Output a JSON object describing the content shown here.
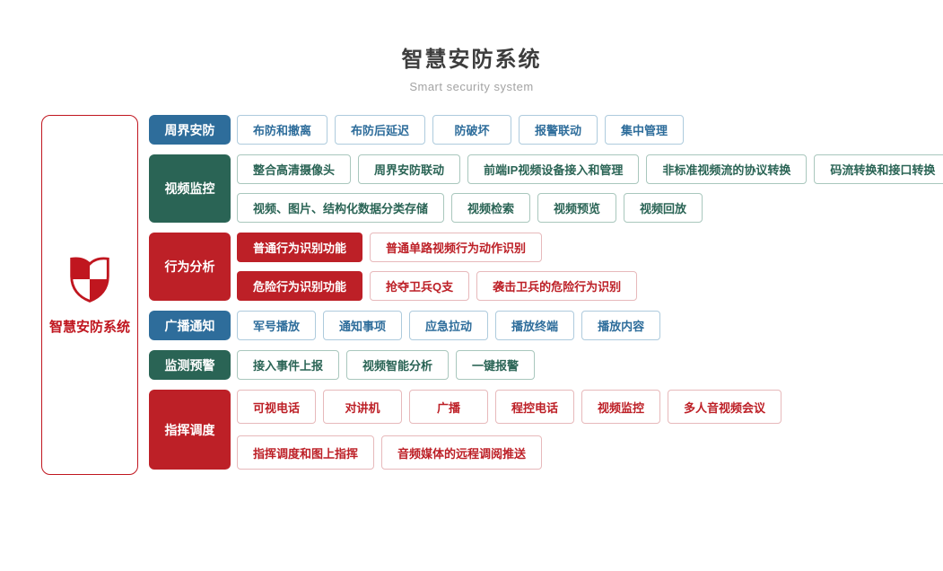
{
  "header": {
    "title": "智慧安防系统",
    "subtitle": "Smart security system"
  },
  "root": {
    "label": "智慧安防系统",
    "icon": "shield-icon",
    "color": "#c0161f"
  },
  "theme": {
    "blue": {
      "fill": "#2e6d9b",
      "border": "#aecbdd"
    },
    "green": {
      "fill": "#2a6455",
      "border": "#a9c7bd"
    },
    "red": {
      "fill": "#bd2027",
      "border": "#e7b9bb"
    }
  },
  "groups": [
    {
      "label": "周界安防",
      "color": "blue",
      "lines": [
        [
          {
            "label": "布防和撤离"
          },
          {
            "label": "布防后延迟"
          },
          {
            "label": "防破坏"
          },
          {
            "label": "报警联动"
          },
          {
            "label": "集中管理"
          }
        ]
      ]
    },
    {
      "label": "视频监控",
      "color": "green",
      "lines": [
        [
          {
            "label": "整合高清摄像头"
          },
          {
            "label": "周界安防联动"
          },
          {
            "label": "前端IP视频设备接入和管理"
          },
          {
            "label": "非标准视频流的协议转换"
          },
          {
            "label": "码流转换和接口转换"
          }
        ],
        [
          {
            "label": "视频、图片、结构化数据分类存储"
          },
          {
            "label": "视频检索"
          },
          {
            "label": "视频预览"
          },
          {
            "label": "视频回放"
          }
        ]
      ]
    },
    {
      "label": "行为分析",
      "color": "red",
      "lines": [
        [
          {
            "label": "普通行为识别功能",
            "filled": true
          },
          {
            "label": "普通单路视频行为动作识别"
          }
        ],
        [
          {
            "label": "危险行为识别功能",
            "filled": true
          },
          {
            "label": "抢夺卫兵Q支"
          },
          {
            "label": "袭击卫兵的危险行为识别"
          }
        ]
      ]
    },
    {
      "label": "广播通知",
      "color": "blue",
      "lines": [
        [
          {
            "label": "军号播放"
          },
          {
            "label": "通知事项"
          },
          {
            "label": "应急拉动"
          },
          {
            "label": "播放终端"
          },
          {
            "label": "播放内容"
          }
        ]
      ]
    },
    {
      "label": "监测预警",
      "color": "green",
      "lines": [
        [
          {
            "label": "接入事件上报"
          },
          {
            "label": "视频智能分析"
          },
          {
            "label": "一键报警"
          }
        ]
      ]
    },
    {
      "label": "指挥调度",
      "color": "red",
      "lines": [
        [
          {
            "label": "可视电话"
          },
          {
            "label": "对讲机"
          },
          {
            "label": "广播"
          },
          {
            "label": "程控电话"
          },
          {
            "label": "视频监控"
          },
          {
            "label": "多人音视频会议"
          }
        ],
        [
          {
            "label": "指挥调度和图上指挥"
          },
          {
            "label": "音频媒体的远程调阅推送"
          }
        ]
      ]
    }
  ]
}
